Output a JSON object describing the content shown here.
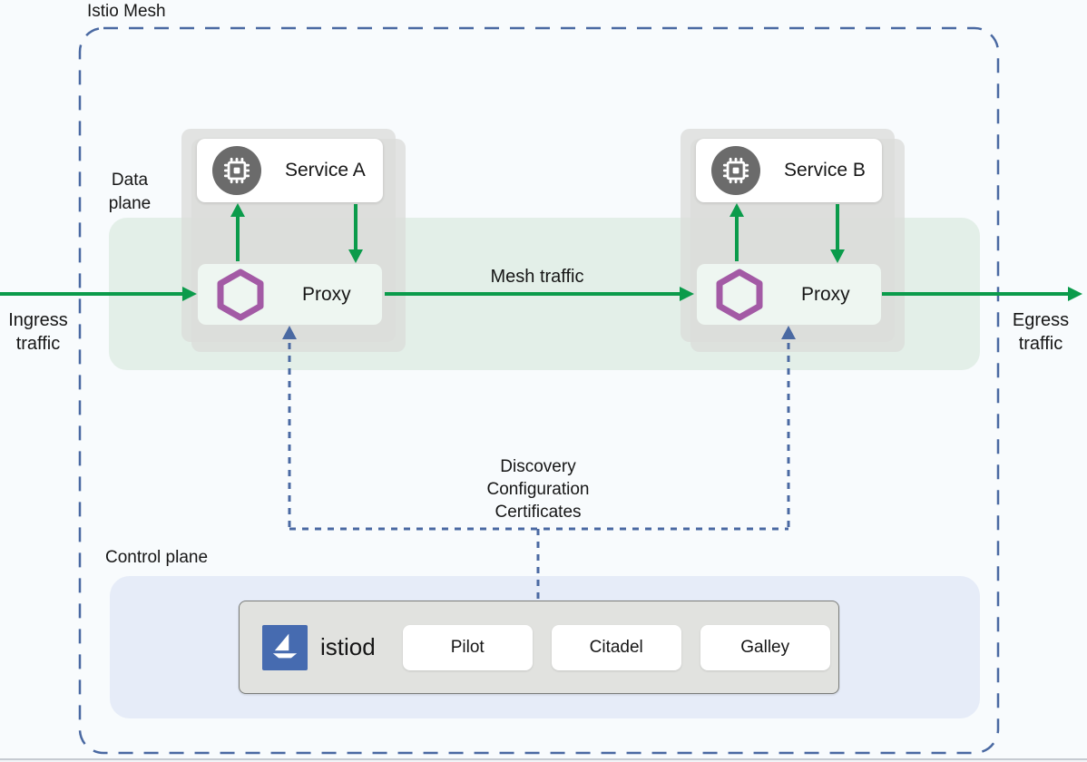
{
  "diagram": {
    "title": "Istio Mesh",
    "labels": {
      "data_plane": "Data plane",
      "control_plane": "Control plane",
      "ingress": "Ingress traffic",
      "egress": "Egress traffic",
      "mesh_traffic": "Mesh traffic",
      "control_channel": [
        "Discovery",
        "Configuration",
        "Certificates"
      ]
    },
    "services": [
      {
        "name": "Service A",
        "proxy_label": "Proxy"
      },
      {
        "name": "Service B",
        "proxy_label": "Proxy"
      }
    ],
    "istiod": {
      "name": "istiod",
      "components": [
        "Pilot",
        "Citadel",
        "Galley"
      ]
    },
    "colors": {
      "traffic_green": "#0b9b4b",
      "proxy_purple": "#a35aa5",
      "control_blue": "#4a69a2",
      "istio_logo_blue": "#466bb0",
      "data_plane_band": "#e3efe8",
      "control_plane_fill": "#e6ecf8",
      "service_icon_gray": "#6b6b6b",
      "istiod_fill": "#e1e2df"
    }
  }
}
